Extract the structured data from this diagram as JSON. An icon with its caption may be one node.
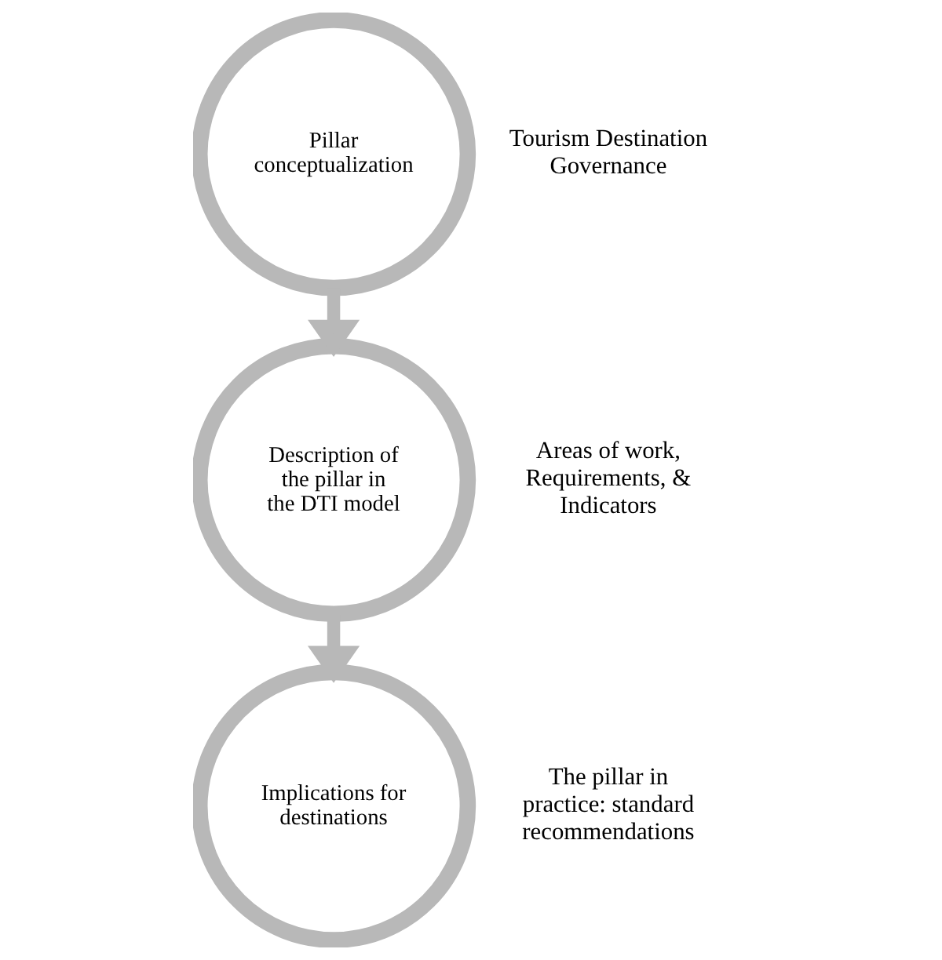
{
  "diagram": {
    "nodes": [
      {
        "text": [
          "Pillar conceptualization"
        ],
        "beside": [
          "Tourism Destination Governance"
        ]
      },
      {
        "text": [
          "Description of the pillar in the DTI model"
        ],
        "beside": [
          "Areas of work, Requirements, & Indicators"
        ]
      },
      {
        "text": [
          "Implications for destinations"
        ],
        "beside": [
          "The pillar in practice: standard recommendations"
        ]
      }
    ],
    "edges": [
      {
        "from": 0,
        "to": 1,
        "arrow": "to"
      },
      {
        "from": 1,
        "to": 2,
        "arrow": "to"
      }
    ]
  }
}
